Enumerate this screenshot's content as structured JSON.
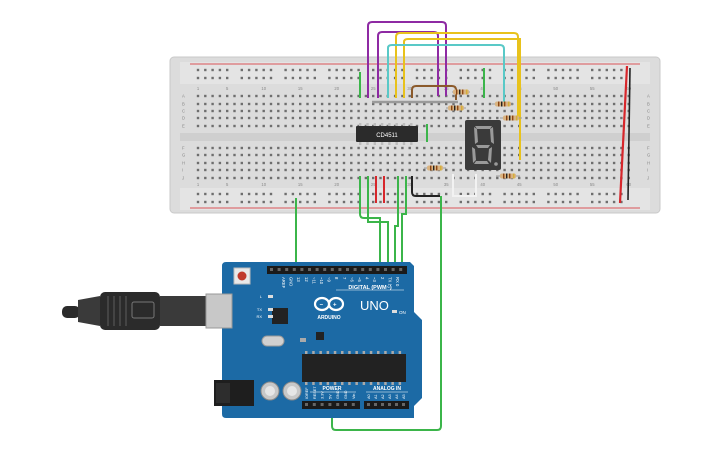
{
  "breadboard": {
    "column_numbers": [
      "1",
      "5",
      "10",
      "15",
      "20",
      "25",
      "30",
      "35",
      "40",
      "45",
      "50",
      "55",
      "60"
    ],
    "row_letters_top": [
      "A",
      "B",
      "C",
      "D",
      "E"
    ],
    "row_letters_bottom": [
      "F",
      "G",
      "H",
      "I",
      "J"
    ]
  },
  "ic": {
    "label": "CD4511"
  },
  "arduino": {
    "model_label": "UNO",
    "brand_label": "ARDUINO",
    "digital_label": "DIGITAL (PWM~)",
    "power_label": "POWER",
    "analog_label": "ANALOG IN",
    "on_label": "ON",
    "led_labels": [
      "L",
      "TX",
      "RX"
    ],
    "digital_pins": [
      "AREF",
      "GND",
      "13",
      "12",
      "~11",
      "~10",
      "~9",
      "8",
      "7",
      "~6",
      "~5",
      "4",
      "~3",
      "2",
      "TX 1",
      "RX 0"
    ],
    "power_pins": [
      "IOREF",
      "RESET",
      "3.3V",
      "5V",
      "GND",
      "GND",
      "Vin"
    ],
    "analog_pins": [
      "A0",
      "A1",
      "A2",
      "A3",
      "A4",
      "A5"
    ]
  },
  "colors": {
    "breadboard": "#dcdcdc",
    "wire_green": "#3bb54a",
    "wire_purple": "#8e2aa3",
    "wire_yellow": "#e8c21c",
    "wire_cyan": "#59c9c7",
    "wire_red": "#d7262b",
    "wire_brown": "#8b5a2b",
    "wire_black": "#222222",
    "board_blue": "#1c6aa5"
  }
}
